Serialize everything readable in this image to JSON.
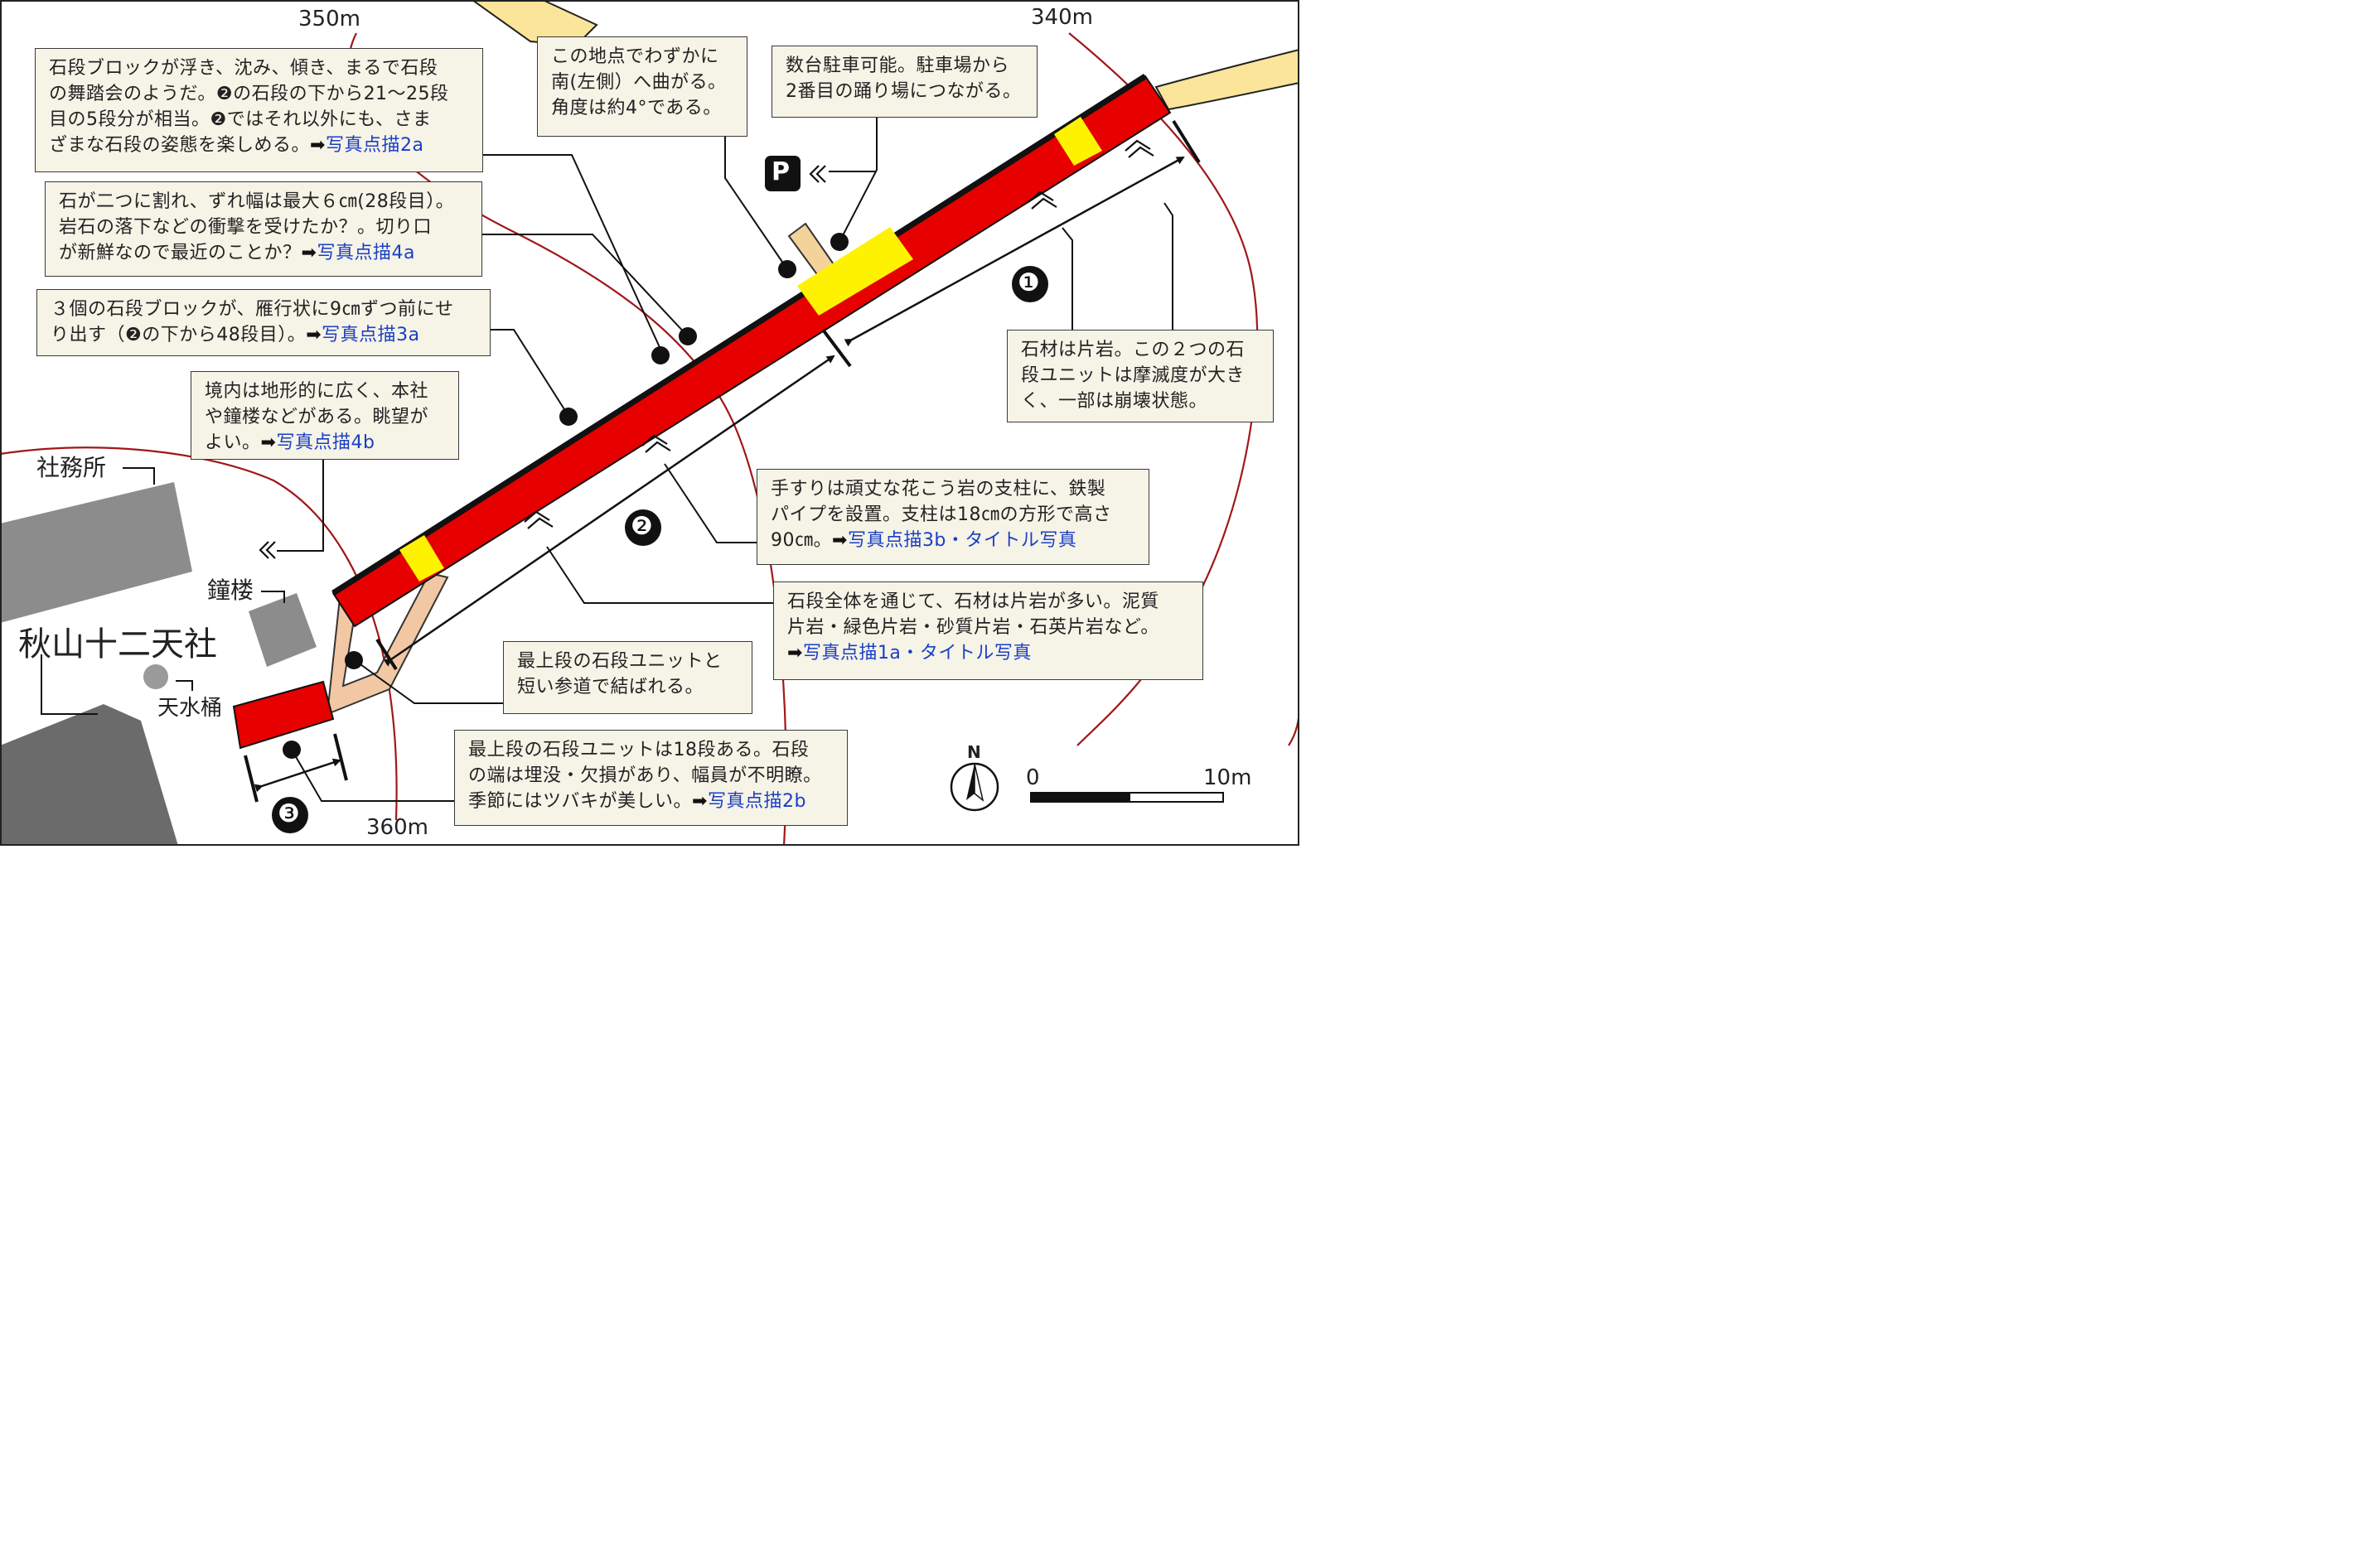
{
  "contours": [
    "350m",
    "340m",
    "360m"
  ],
  "places": {
    "shrine": "秋山十二天社",
    "office": "社務所",
    "belfry": "鐘楼",
    "water_basin": "天水桶"
  },
  "parking_symbol": "P",
  "stair_units": [
    "❶",
    "❷",
    "❸"
  ],
  "north_label": "N",
  "scale": {
    "start": "0",
    "end": "10m"
  },
  "notes": [
    {
      "id": "note-2a",
      "lines": [
        "石段ブロックが浮き、沈み、傾き、まるで石段",
        "の舞踏会のようだ。❷の石段の下から21～25段",
        "目の5段分が相当。❷ではそれ以外にも、さま"
      ],
      "last": "ざまな石段の姿態を楽しめる。",
      "arrow": "➡",
      "ref": "写真点描2a"
    },
    {
      "id": "note-4a",
      "lines": [
        "石が二つに割れ、ずれ幅は最大６㎝(28段目）。",
        "岩石の落下などの衝撃を受けたか？。切り口"
      ],
      "last": "が新鮮なので最近のことか？",
      "arrow": "➡",
      "ref": "写真点描4a"
    },
    {
      "id": "note-3a",
      "lines": [
        "３個の石段ブロックが、雁行状に9㎝ずつ前にせ"
      ],
      "last": "り出す（❷の下から48段目）。",
      "arrow": "➡",
      "ref": "写真点描3a"
    },
    {
      "id": "note-4b",
      "lines": [
        "境内は地形的に広く、本社",
        "や鐘楼などがある。眺望が"
      ],
      "last": "よい。",
      "arrow": "➡",
      "ref": "写真点描4b"
    },
    {
      "id": "note-turn",
      "lines": [
        "この地点でわずかに",
        "南(左側）へ曲がる。",
        "角度は約4°である。"
      ],
      "last": "",
      "arrow": "",
      "ref": ""
    },
    {
      "id": "note-parking",
      "lines": [
        "数台駐車可能。駐車場から",
        "2番目の踊り場につながる。"
      ],
      "last": "",
      "arrow": "",
      "ref": ""
    },
    {
      "id": "note-schist",
      "lines": [
        "石材は片岩。この２つの石",
        "段ユニットは摩滅度が大き",
        "く、一部は崩壊状態。"
      ],
      "last": "",
      "arrow": "",
      "ref": ""
    },
    {
      "id": "note-3b",
      "lines": [
        "手すりは頑丈な花こう岩の支柱に、鉄製",
        "パイプを設置。支柱は18㎝の方形で高さ"
      ],
      "last": "90㎝。",
      "arrow": "➡",
      "ref": "写真点描3b・タイトル写真"
    },
    {
      "id": "note-1a",
      "lines": [
        "石段全体を通じて、石材は片岩が多い。泥質",
        "片岩・緑色片岩・砂質片岩・石英片岩など。"
      ],
      "last": "",
      "arrow": "➡",
      "ref": "写真点描1a・タイトル写真"
    },
    {
      "id": "note-top",
      "lines": [
        "最上段の石段ユニットと",
        "短い参道で結ばれる。"
      ],
      "last": "",
      "arrow": "",
      "ref": ""
    },
    {
      "id": "note-2b",
      "lines": [
        "最上段の石段ユニットは18段ある。石段",
        "の端は埋没・欠損があり、幅員が不明瞭。"
      ],
      "last": "季節にはツバキが美しい。",
      "arrow": "➡",
      "ref": "写真点描2b"
    }
  ]
}
